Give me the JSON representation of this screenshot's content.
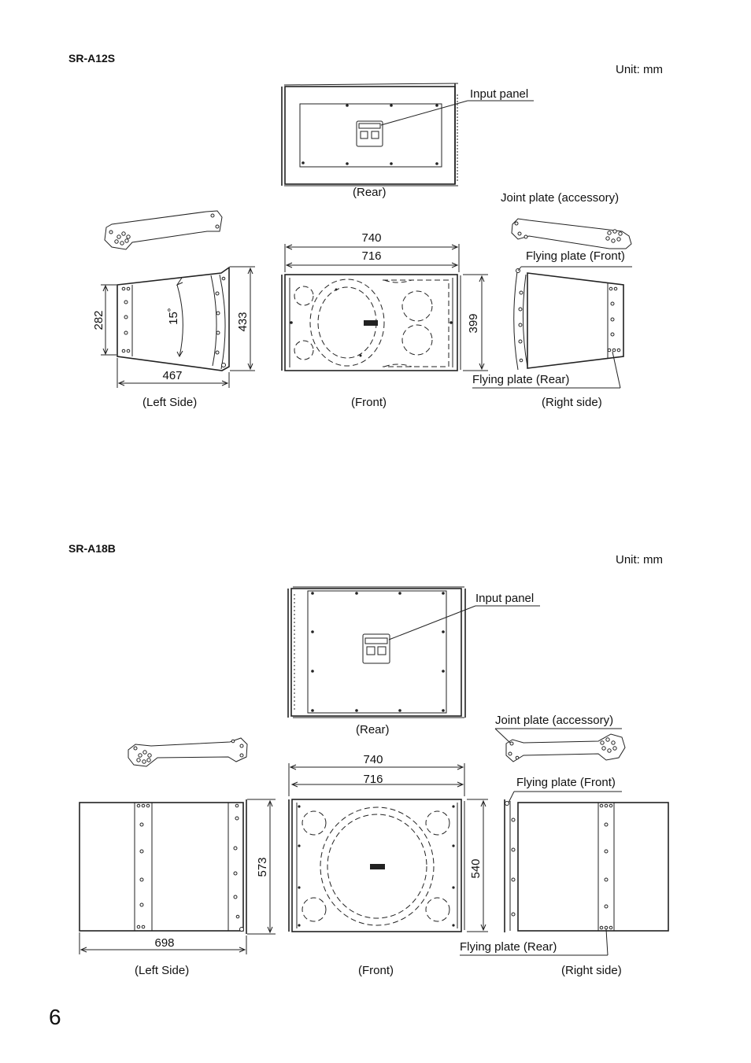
{
  "page_number": "6",
  "sections": [
    {
      "model": "SR-A12S",
      "unit": "Unit: mm",
      "labels": {
        "input_panel": "Input panel",
        "rear": "(Rear)",
        "joint_plate": "Joint plate (accessory)",
        "flying_front": "Flying plate (Front)",
        "flying_rear": "Flying plate (Rear)",
        "left_side": "(Left Side)",
        "front": "(Front)",
        "right_side": "(Right side)"
      },
      "dimensions": {
        "overall_width": "740",
        "inner_width": "716",
        "front_height": "399",
        "side_front_height": "282",
        "side_rear_height": "433",
        "side_depth": "467",
        "splay_angle": "15˚"
      }
    },
    {
      "model": "SR-A18B",
      "unit": "Unit: mm",
      "labels": {
        "input_panel": "Input panel",
        "rear": "(Rear)",
        "joint_plate": "Joint plate (accessory)",
        "flying_front": "Flying plate (Front)",
        "flying_rear": "Flying plate (Rear)",
        "left_side": "(Left Side)",
        "front": "(Front)",
        "right_side": "(Right side)"
      },
      "dimensions": {
        "overall_width": "740",
        "inner_width": "716",
        "front_height": "540",
        "side_height": "573",
        "side_depth": "698"
      }
    }
  ]
}
